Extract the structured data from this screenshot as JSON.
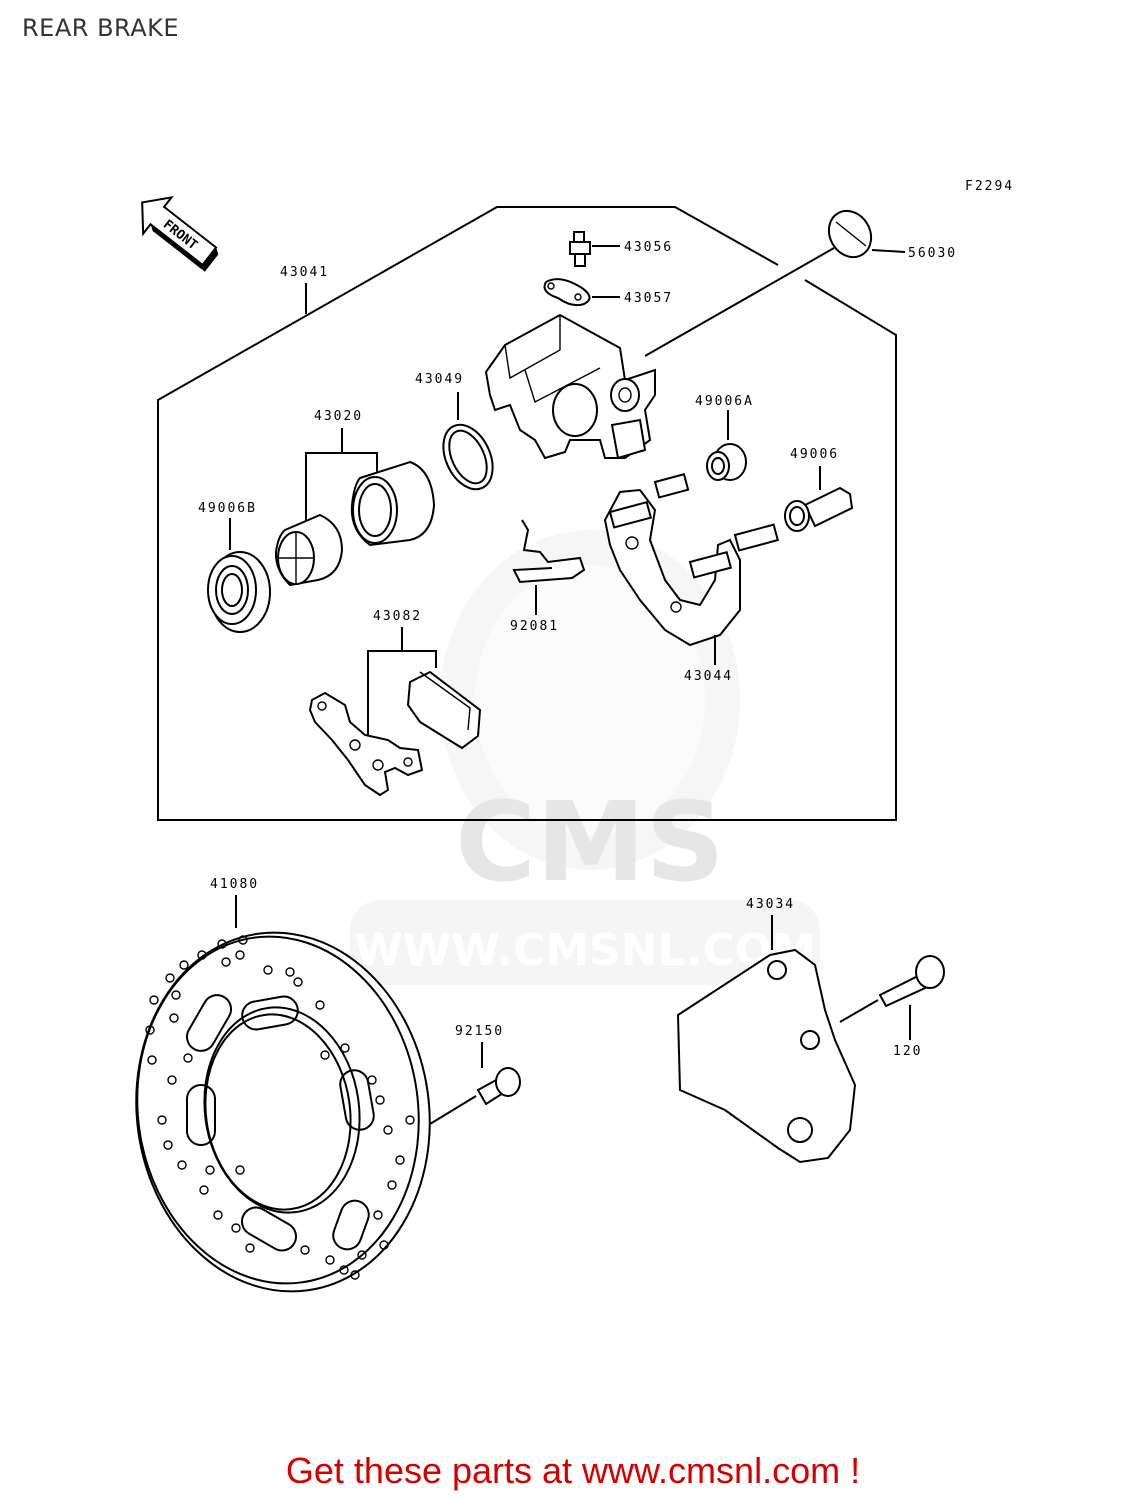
{
  "page": {
    "title": "REAR BRAKE",
    "figure_code": "F2294",
    "front_label": "FRONT",
    "call_to_action": "Get these parts at www.cmsnl.com !"
  },
  "watermark": {
    "brand": "CMS",
    "url": "WWW.CMSNL.COM"
  },
  "parts": {
    "p43041": "43041",
    "p43056": "43056",
    "p43057": "43057",
    "p56030": "56030",
    "p43049": "43049",
    "p49006A": "49006A",
    "p43020": "43020",
    "p49006": "49006",
    "p49006B": "49006B",
    "p92081": "92081",
    "p43082": "43082",
    "p43044": "43044",
    "p41080": "41080",
    "p43034": "43034",
    "p92150": "92150",
    "p120": "120"
  },
  "colors": {
    "cta": "#d40000",
    "line": "#000000",
    "watermark": "#ececec"
  }
}
